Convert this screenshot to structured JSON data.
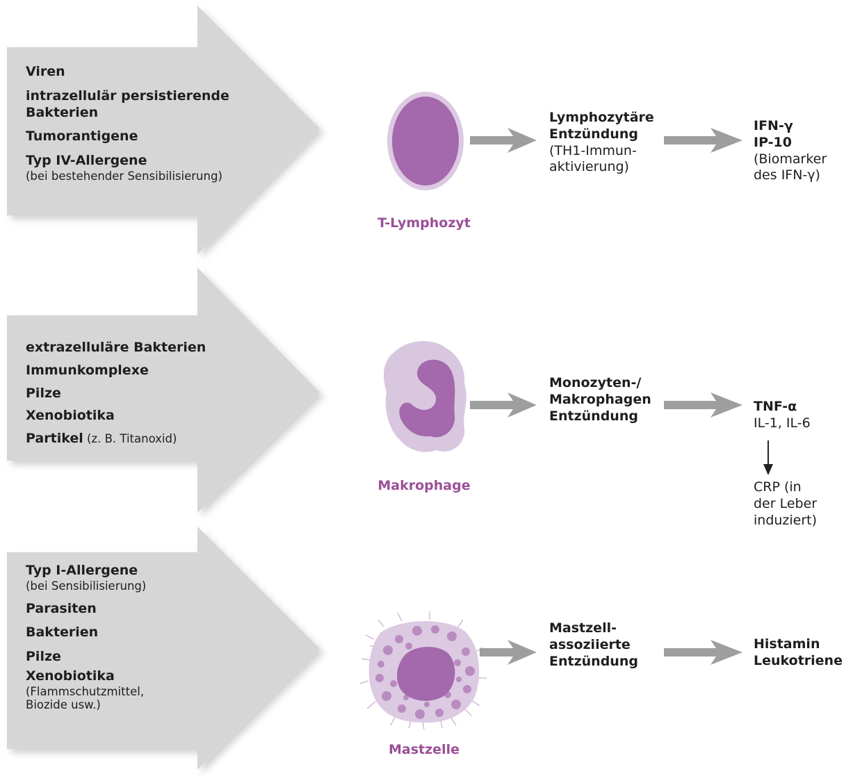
{
  "colors": {
    "panel_gray": "#d6d6d6",
    "arrow_gray": "#9e9e9e",
    "cell_purple": "#a468ac",
    "cell_light": "#d9c6df",
    "label_purple": "#9b4f98"
  },
  "rows": [
    {
      "sources": [
        {
          "main": "Viren",
          "sub": ""
        },
        {
          "main": "intrazellulär persistierende Bakterien",
          "sub": ""
        },
        {
          "main": "Tumorantigene",
          "sub": ""
        },
        {
          "main": "Typ IV-Allergene",
          "sub": "(bei bestehender Sensibilisierung)"
        }
      ],
      "cell_name": "T-Lymphozyt",
      "inflammation": {
        "bold": [
          "Lymphozytäre",
          "Entzündung"
        ],
        "normal": [
          "(TH1-Immun-",
          "aktivierung)"
        ]
      },
      "markers": {
        "bold": [
          "IFN-γ",
          "IP-10"
        ],
        "normal": [
          "(Biomarker",
          "des IFN-γ)"
        ]
      }
    },
    {
      "sources": [
        {
          "main": "extrazelluläre Bakterien",
          "sub": ""
        },
        {
          "main": "Immunkomplexe",
          "sub": ""
        },
        {
          "main": "Pilze",
          "sub": ""
        },
        {
          "main": "Xenobiotika",
          "sub": ""
        },
        {
          "main": "Partikel",
          "inline_sub": " (z. B. Titanoxid)"
        }
      ],
      "cell_name": "Makrophage",
      "inflammation": {
        "bold": [
          "Monozyten-/",
          "Makrophagen",
          "Entzündung"
        ],
        "normal": []
      },
      "markers": {
        "bold": [
          "TNF-α"
        ],
        "normal": [
          "IL-1, IL-6"
        ]
      },
      "downstream": [
        "CRP (in",
        "der Leber",
        "induziert)"
      ]
    },
    {
      "sources": [
        {
          "main": "Typ I-Allergene",
          "sub": "(bei Sensibilisierung)"
        },
        {
          "main": "Parasiten",
          "sub": ""
        },
        {
          "main": "Bakterien",
          "sub": ""
        },
        {
          "main": "Pilze",
          "sub": ""
        },
        {
          "main": "Xenobiotika",
          "sub": "(Flammschutzmittel, Biozide usw.)"
        }
      ],
      "cell_name": "Mastzelle",
      "inflammation": {
        "bold": [
          "Mastzell-",
          "assoziierte",
          "Entzündung"
        ],
        "normal": []
      },
      "markers": {
        "bold": [
          "Histamin",
          "Leukotriene"
        ],
        "normal": []
      }
    }
  ]
}
